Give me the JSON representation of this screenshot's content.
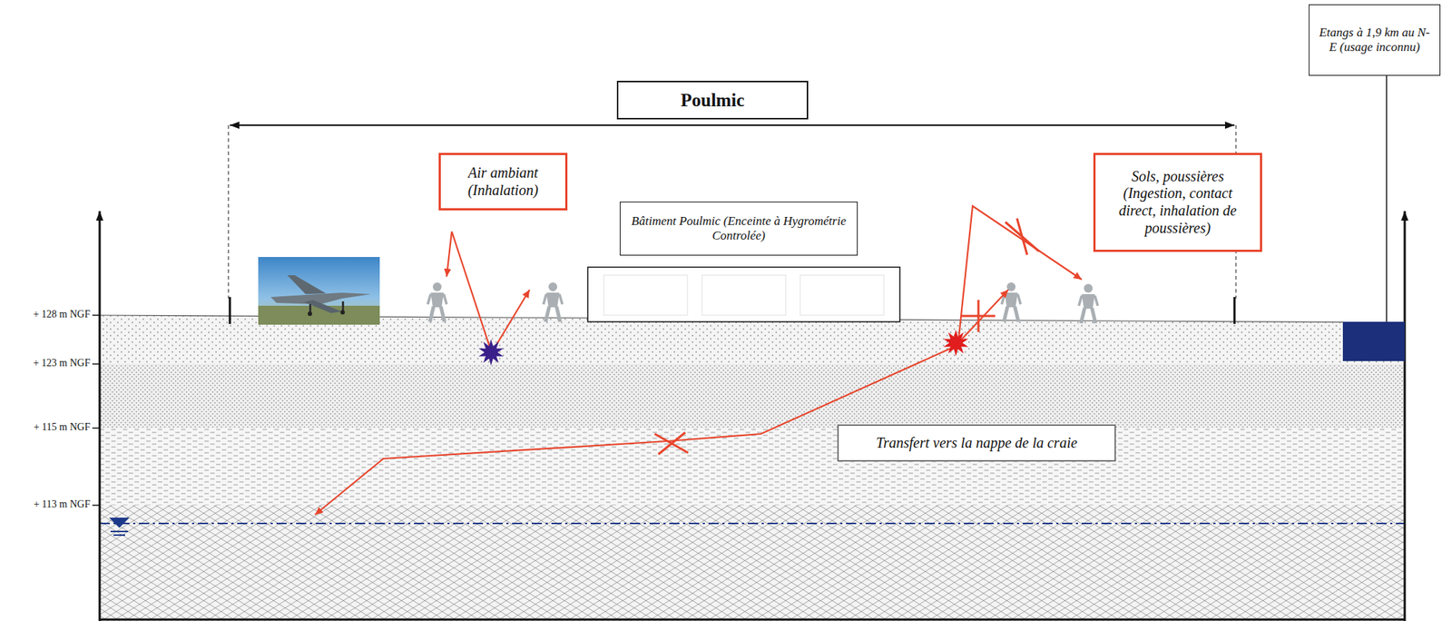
{
  "diagram": {
    "nodes": [
      {
        "text": [
          "Poulmic"
        ]
      },
      {
        "text": [
          "Etangs à 1,9 km au N-E (usage inconnu)"
        ]
      },
      {
        "text": [
          "Air ambiant (Inhalation)"
        ]
      },
      {
        "text": [
          "Bâtiment Poulmic (Enceinte à Hygrométrie Controlée)"
        ]
      },
      {
        "text": [
          "Sols, poussières (Ingestion, contact direct, inhalation de poussières)"
        ]
      },
      {
        "text": [
          "Transfert vers la nappe de la craie"
        ]
      }
    ],
    "labels": [
      "+ 128 m NGF",
      "+ 123 m NGF",
      "+ 115 m NGF",
      "+ 113 m NGF"
    ]
  }
}
